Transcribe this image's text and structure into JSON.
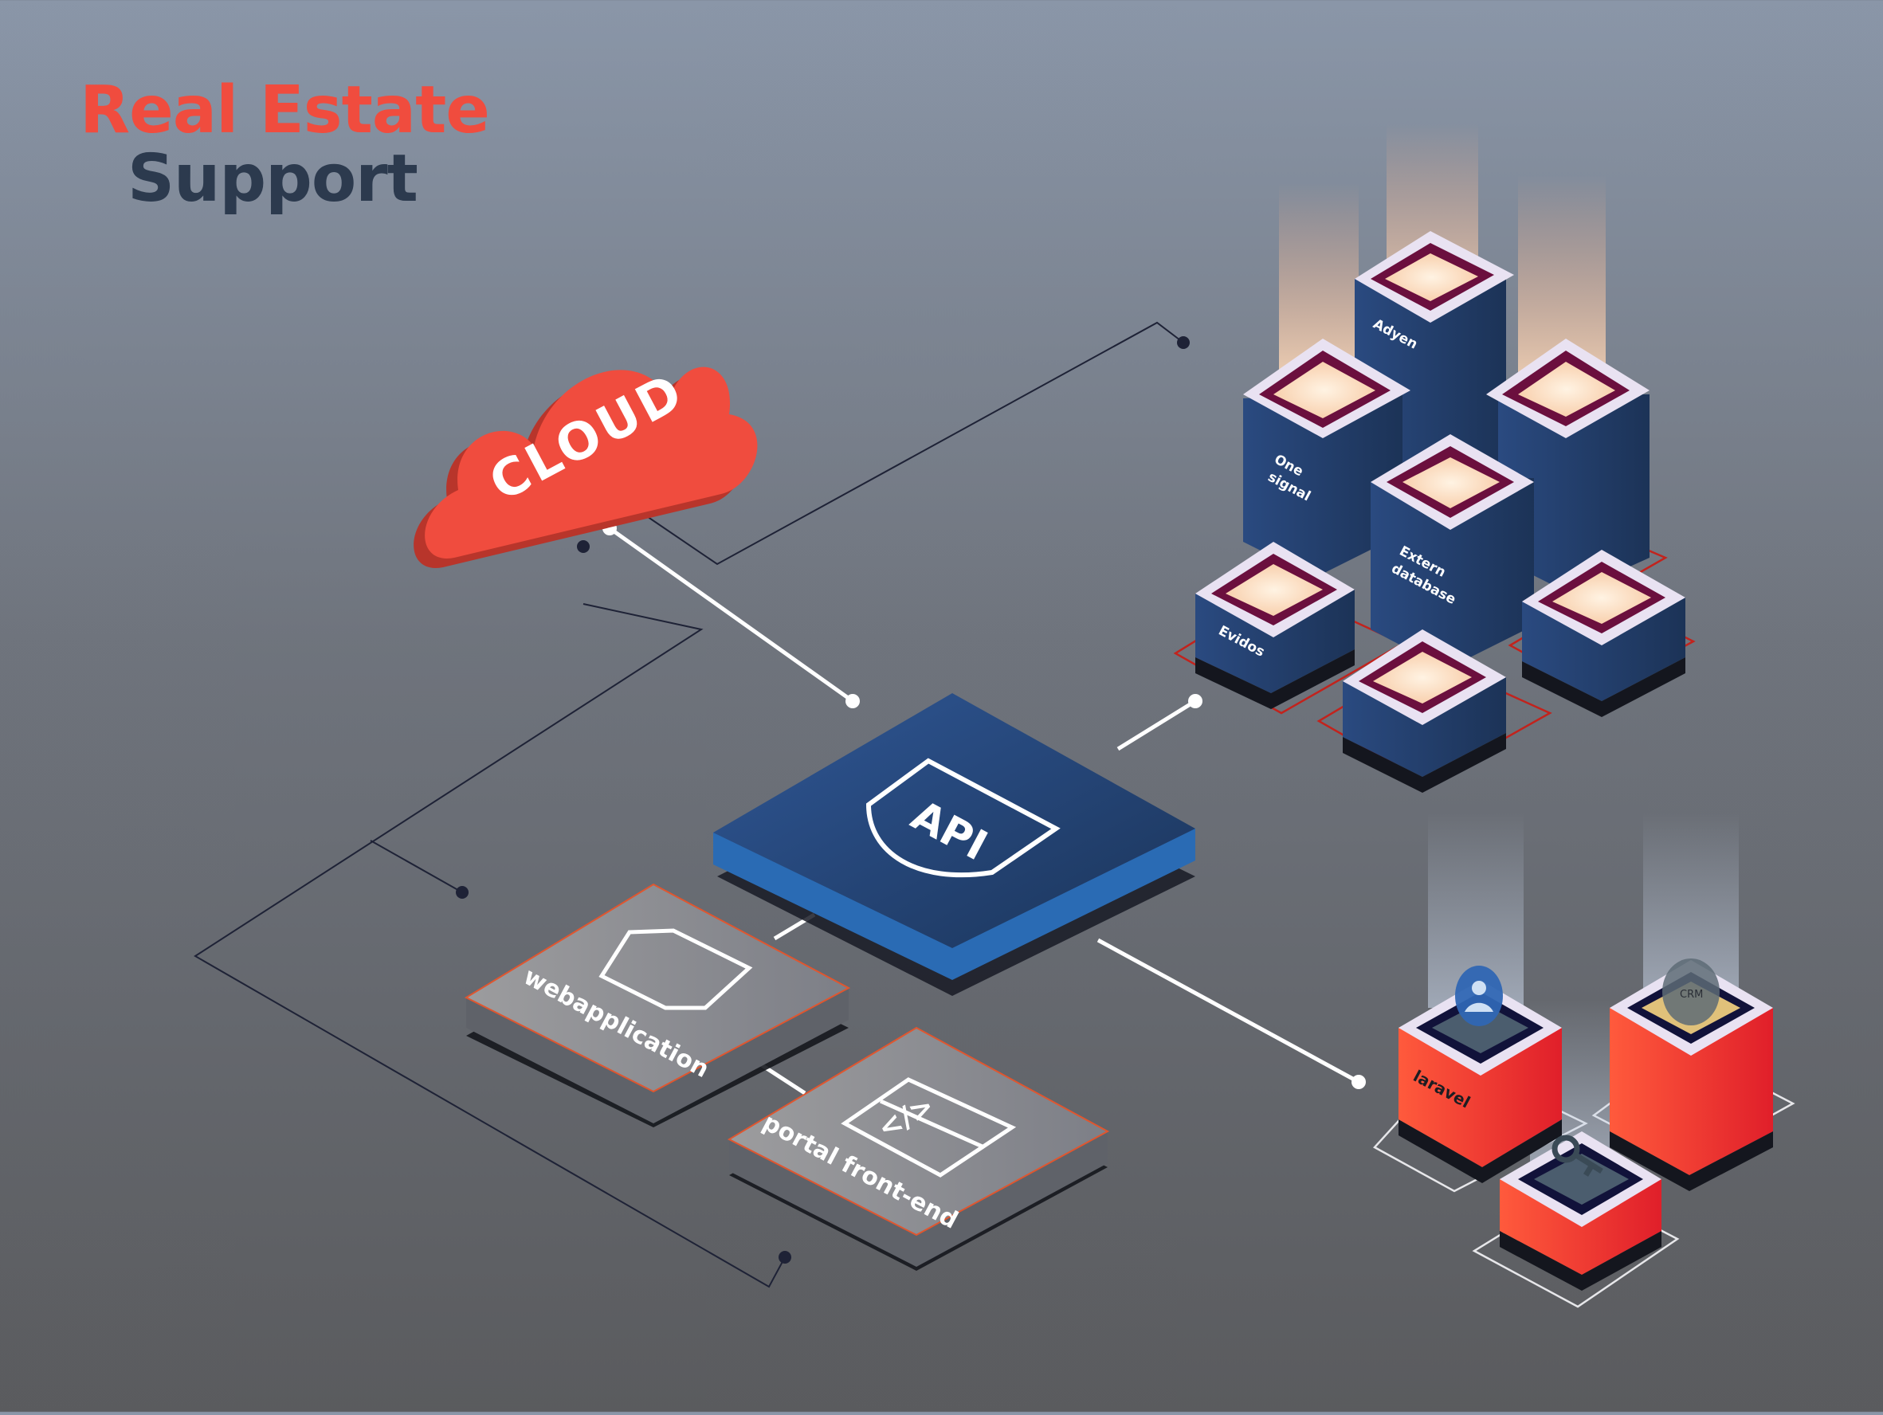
{
  "title": {
    "line1": "Real Estate",
    "line2": "Support"
  },
  "cloud": {
    "label": "CLOUD"
  },
  "api": {
    "label": "API"
  },
  "frontend": {
    "webapp": "webapplication",
    "portal": "portal front-end",
    "phone_icon": "smartphone-icon",
    "code_icon": "code-window-icon"
  },
  "services_blue": [
    {
      "label": "Adyen"
    },
    {
      "label": "One signal"
    },
    {
      "label": "Extern database"
    },
    {
      "label": "Evidos"
    }
  ],
  "services_red": [
    {
      "label": "laravel",
      "icon": "user-icon"
    },
    {
      "label": "CRM",
      "icon": "crm-coin-icon"
    },
    {
      "label": "",
      "icon": "key-icon"
    }
  ],
  "colors": {
    "red": "#f04c3e",
    "navy": "#2c3a4e",
    "api_blue": "#2a4e88",
    "tile_gray": "#8a8c92",
    "block_blue": "#2f4f86",
    "block_red": "#e8362d",
    "glow": "#ffe2c6"
  }
}
